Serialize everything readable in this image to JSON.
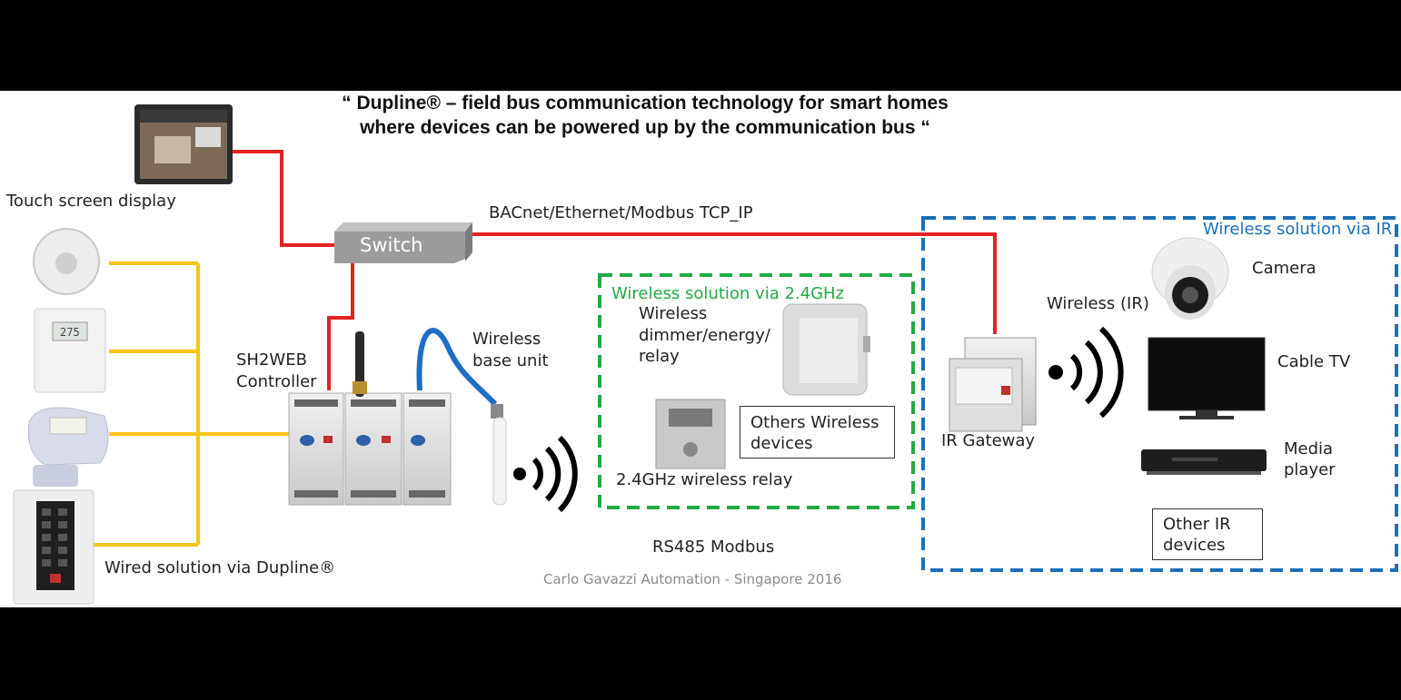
{
  "title": {
    "line1": "“ Dupline® – field bus communication technology for smart homes",
    "line2": "where devices can be powered up by the communication bus “"
  },
  "labels": {
    "touch_screen": "Touch screen display",
    "switch": "Switch",
    "protocol": "BACnet/Ethernet/Modbus TCP_IP",
    "controller_line1": "SH2WEB",
    "controller_line2": "Controller",
    "wireless_base_line1": "Wireless",
    "wireless_base_line2": "base unit",
    "wired_solution": "Wired solution via Dupline®",
    "rs485": "RS485 Modbus",
    "footer": "Carlo Gavazzi Automation - Singapore 2016"
  },
  "wireless_24": {
    "heading": "Wireless solution via 2.4GHz",
    "dimmer_line1": "Wireless",
    "dimmer_line2": "dimmer/energy/",
    "dimmer_line3": "relay",
    "others_line1": "Others Wireless",
    "others_line2": "devices",
    "relay": "2.4GHz wireless relay"
  },
  "wireless_ir": {
    "heading": "Wireless solution via IR",
    "wireless_ir_label": "Wireless (IR)",
    "gateway": "IR Gateway",
    "camera": "Camera",
    "cable_tv": "Cable TV",
    "media_line1": "Media",
    "media_line2": "player",
    "other_line1": "Other IR",
    "other_line2": "devices"
  },
  "colors": {
    "ethernet": "#e32222",
    "dupline": "#f5c518",
    "rs485_cable": "#1e6fc4",
    "green_zone": "#22aa44",
    "blue_zone": "#1a70b8"
  }
}
